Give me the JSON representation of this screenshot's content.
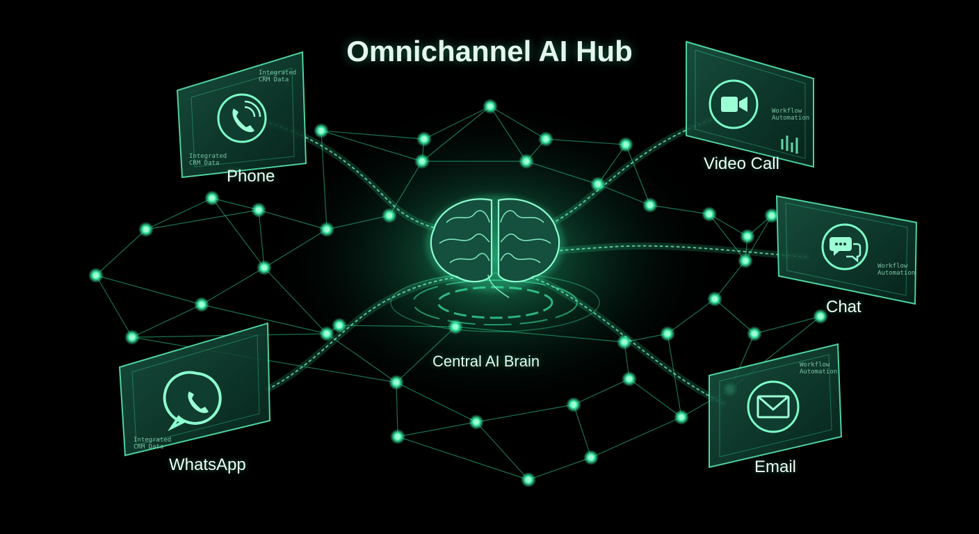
{
  "title": "Omnichannel AI Hub",
  "center": {
    "label": "Central AI Brain",
    "icon": "brain-icon"
  },
  "channels": [
    {
      "id": "phone",
      "label": "Phone",
      "icon": "phone-icon",
      "panel_text_1": "Integrated\nCRM Data",
      "panel_text_2": "Integrated\nCRM Data"
    },
    {
      "id": "video",
      "label": "Video Call",
      "icon": "video-camera-icon",
      "panel_text_1": "Workflow\nAutomation"
    },
    {
      "id": "chat",
      "label": "Chat",
      "icon": "chat-bubbles-icon",
      "panel_text_1": "Workflow\nAutomation"
    },
    {
      "id": "whatsapp",
      "label": "WhatsApp",
      "icon": "whatsapp-icon",
      "panel_text_1": "Integrated\nCRM Data"
    },
    {
      "id": "email",
      "label": "Email",
      "icon": "envelope-icon",
      "panel_text_1": "Workflow\nAutomation"
    }
  ],
  "colors": {
    "background": "#000000",
    "accent": "#3ef0a8",
    "line": "#2fcf8f",
    "panel": "#0c2a22"
  }
}
